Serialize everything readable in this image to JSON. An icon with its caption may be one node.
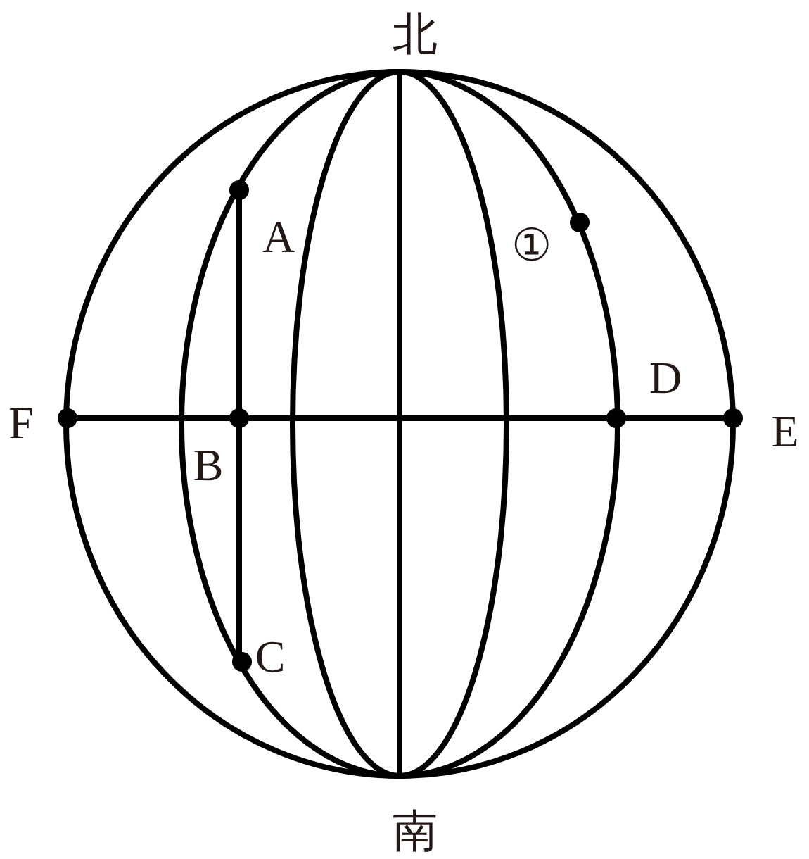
{
  "diagram": {
    "labels": [
      "北",
      "A",
      "①",
      "F",
      "B",
      "D",
      "E",
      "C",
      "南"
    ]
  }
}
